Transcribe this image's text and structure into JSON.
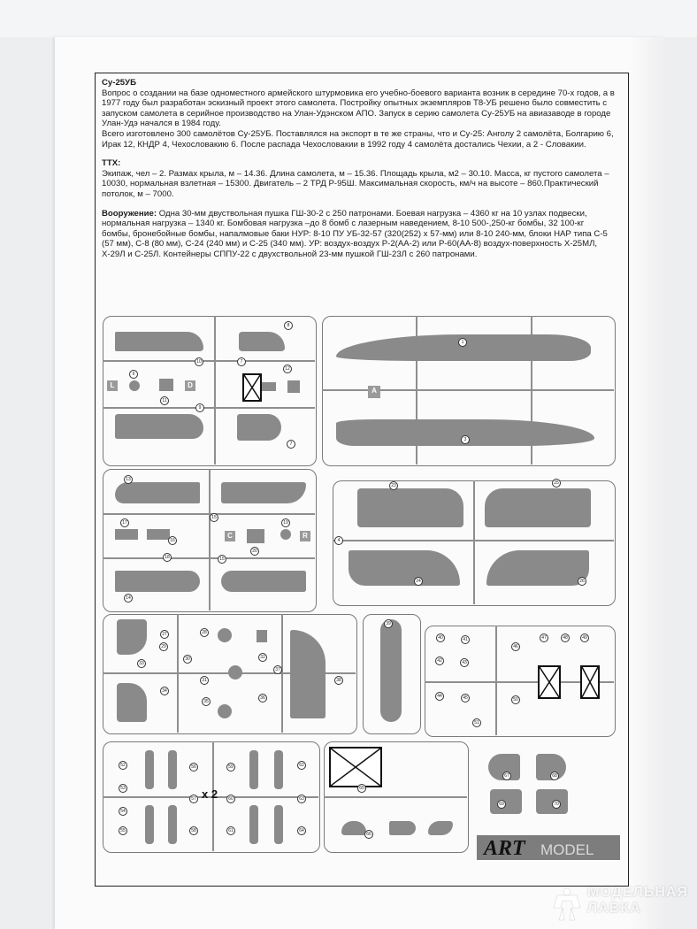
{
  "document": {
    "title": "Су-25УБ",
    "intro_paragraphs": [
      "Вопрос о создании на базе одноместного армейского штурмовика его учебно-боевого варианта возник в середине 70-х годов, а в 1977 году был разработан эскизный проект этого самолета. Постройку опытных экземпляров Т8-УБ решено было совместить с запуском самолета в серийное производство на Улан-Удэнском АПО. Запуск в серию самолета Су-25УБ на авиазаводе в городе Улан-Удэ начался в 1984 году.",
      "Всего изготовлено 300 самолётов Су-25УБ. Поставлялся на экспорт в те же страны, что и Су-25: Анголу 2 самолёта, Болгарию 6, Ирак 12, КНДР 4, Чехословакию 6. После распада Чехословакии в 1992 году 4 самолёта достались Чехии, а 2 - Словакии."
    ],
    "specs_heading": "ТТХ:",
    "specs_text": "Экипаж, чел   – 2. Размах крыла, м   – 14.36.  Длина самолета, м – 15.36.  Площадь крыла, м2 – 30.10. Масса, кг пустого самолета – 10030, нормальная взлетная – 15300. Двигатель  – 2 ТРД Р-95Ш. Максимальная скорость, км/ч  на высоте – 860.Практический потолок, м – 7000.",
    "armament_heading": "Вооружение:",
    "armament_text": " Одна 30-мм двуствольная пушка ГШ-30-2 с 250 патронами. Боевая нагрузка – 4360 кг на 10 узлах подвески, нормальная нагрузка – 1340 кг. Бомбовая нагрузка –до 8 бомб с лазерным наведением, 8-10 500-,250-кг бомбы, 32 100-кг бомбы, бронебойные бомбы, напалмовые баки НУР: 8-10 ПУ УБ-32-57 (320(252) х 57-мм) или 8-10 240-мм, блоки НАР типа С-5 (57 мм), С-8 (80 мм), С-24 (240 мм) и С-25 (340 мм).  УР: воздух-воздух Р-2(АА-2) или Р-60(АА-8) воздух-поверхность Х-25МЛ, Х-29Л и С-25Л. Контейнеры СППУ-22 с двухствольной 23-мм пушкой ГШ-23Л с 260 патронами."
  },
  "sprues": {
    "sprue_labels": [
      "A",
      "C",
      "R",
      "L",
      "D"
    ],
    "quantity_label": "x 2"
  },
  "brand": {
    "logo_main": "ART",
    "logo_sub": "MODEL"
  },
  "watermark": {
    "line1": "МОДЕЛЬНАЯ",
    "line2": "ЛАВКА"
  }
}
